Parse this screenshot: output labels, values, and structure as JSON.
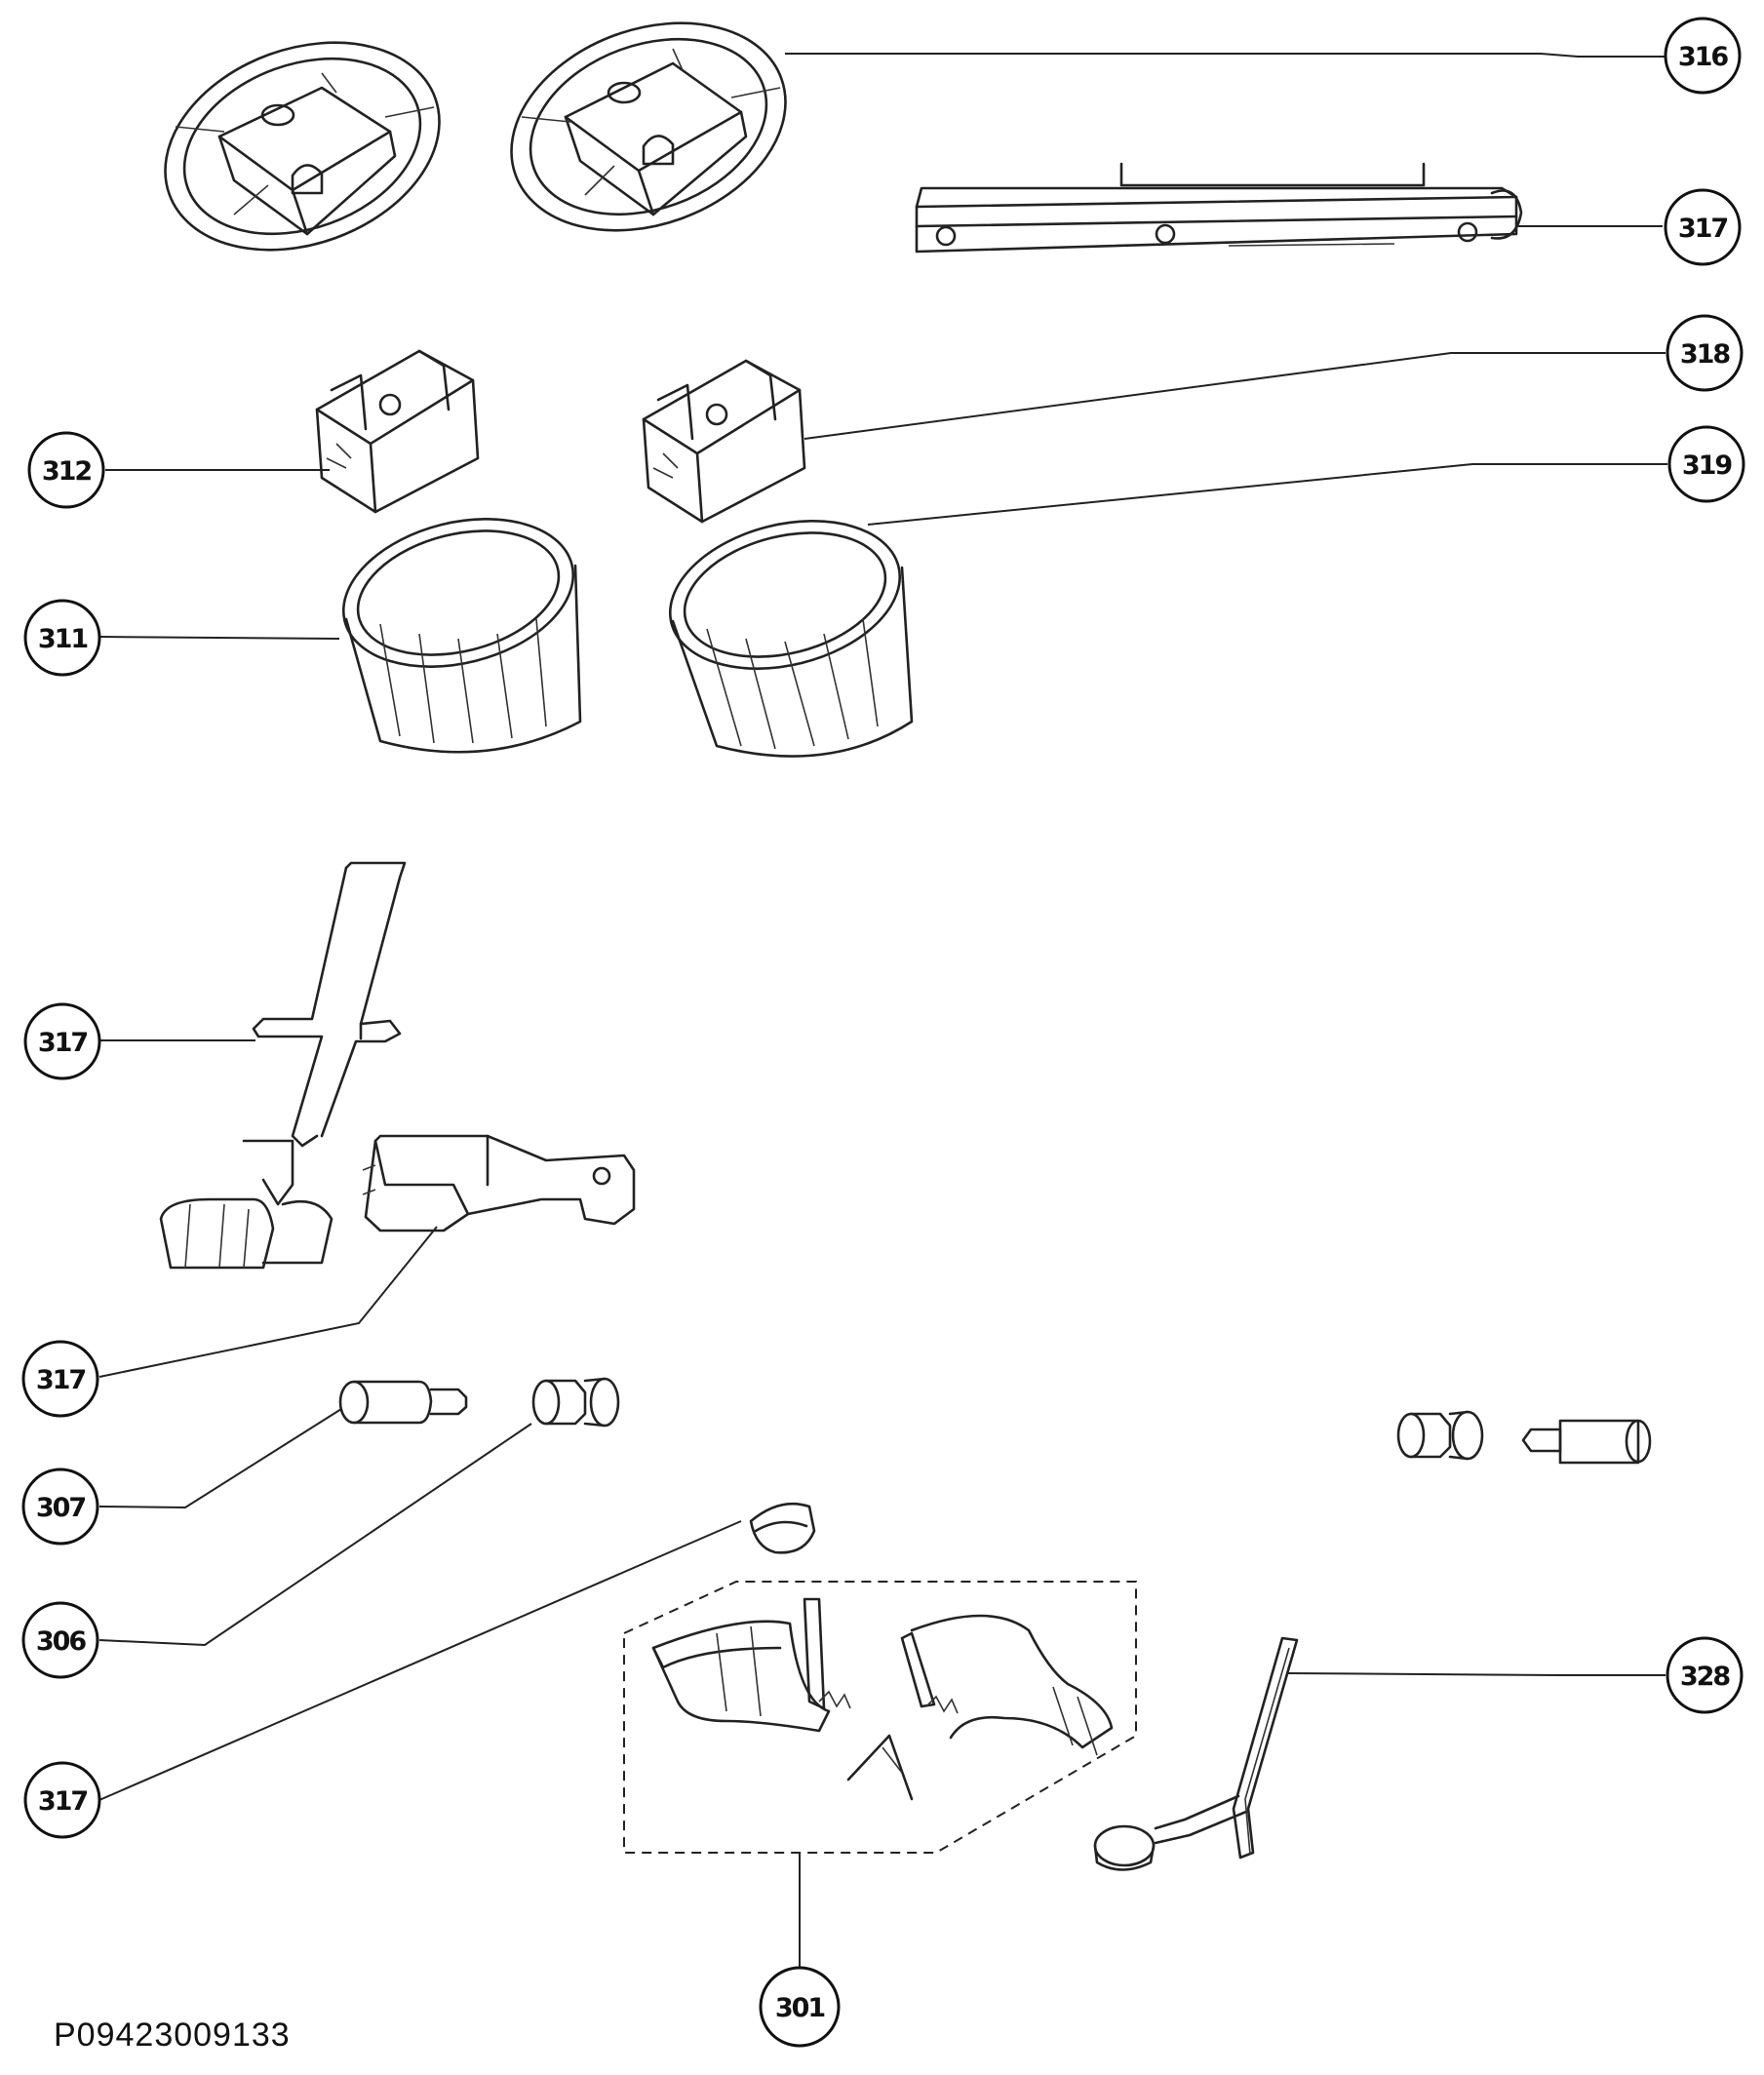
{
  "document_code": "P09423009133",
  "callouts": [
    {
      "label": "316"
    },
    {
      "label": "317"
    },
    {
      "label": "318"
    },
    {
      "label": "319"
    },
    {
      "label": "312"
    },
    {
      "label": "311"
    },
    {
      "label": "317"
    },
    {
      "label": "317"
    },
    {
      "label": "307"
    },
    {
      "label": "306"
    },
    {
      "label": "317"
    },
    {
      "label": "328"
    },
    {
      "label": "301"
    }
  ]
}
